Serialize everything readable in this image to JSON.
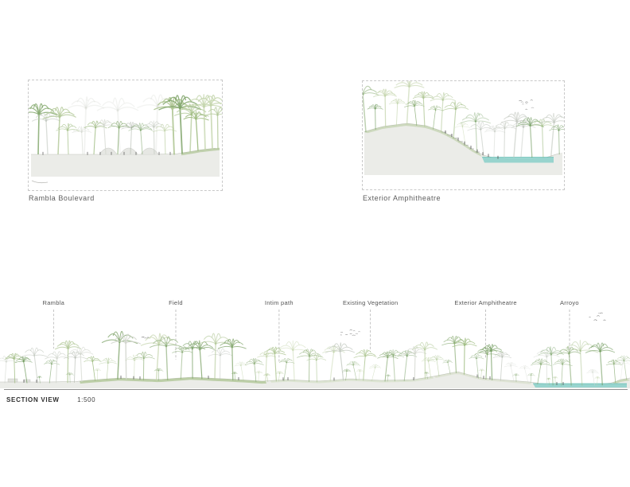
{
  "panels": [
    {
      "id": "rambla-boulevard",
      "label": "Rambla Boulevard"
    },
    {
      "id": "exterior-amphitheatre",
      "label": "Exterior Amphitheatre"
    }
  ],
  "section": {
    "labels": [
      {
        "text": "Rambla",
        "x_pct": 8.5
      },
      {
        "text": "Field",
        "x_pct": 27.9
      },
      {
        "text": "Intim path",
        "x_pct": 44.3
      },
      {
        "text": "Existing Vegetation",
        "x_pct": 58.8
      },
      {
        "text": "Exterior Amphitheatre",
        "x_pct": 77.1
      },
      {
        "text": "Arroyo",
        "x_pct": 90.4
      }
    ]
  },
  "title_block": {
    "label": "SECTION VIEW",
    "scale": "1:500"
  },
  "colors": {
    "greens": [
      "#6f9a5c",
      "#85a96e",
      "#9cba7e",
      "#b0c795",
      "#c3d4ab",
      "#7fa46a"
    ],
    "grays": [
      "#c2c8bf",
      "#b5bcb2",
      "#d3d7cf"
    ],
    "ground": "#ebece8",
    "ground_edge": "#c3c6be",
    "water": "#8fd2cb",
    "water_edge": "#58b7ae",
    "ink": "#4a4a4a",
    "leader": "#aaaaaa",
    "label_text": "#555555",
    "panel_border": "#c9c9c9"
  }
}
